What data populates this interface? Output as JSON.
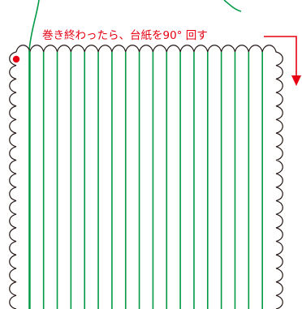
{
  "annotation": {
    "text": "巻き終わったら、台紙を90° 回す",
    "color": "#e60012"
  },
  "colors": {
    "thread": "#009944",
    "card_outline": "#231815",
    "start_dot": "#e60012",
    "arrow": "#e60012"
  },
  "icons": {
    "start_marker": "red-dot",
    "rotate_direction": "arrow-down"
  }
}
